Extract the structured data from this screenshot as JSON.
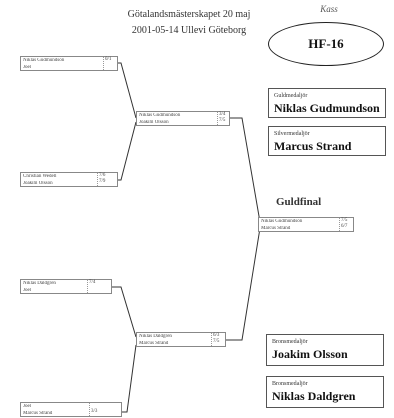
{
  "header": {
    "title_line1": "Götalandsmästerskapet 20 maj",
    "title_line2": "2001-05-14 Ullevi Göteborg",
    "logo_scrawl": "Kass",
    "logo_badge": "HF-16"
  },
  "bracket": {
    "r1_1": {
      "line1": "Niklas Gudmundson",
      "line2": "Joel",
      "score1": "0/1",
      "score2": ""
    },
    "r1_2": {
      "line1": "Christian Wedell",
      "line2": "Joakim Olsson",
      "score1": "7/6",
      "score2": "7/9"
    },
    "r1_3": {
      "line1": "Niklas Daldgren",
      "line2": "Joel",
      "score1": "7/4",
      "score2": ""
    },
    "r1_4": {
      "line1": "Joel",
      "line2": "Marcus Strand",
      "score1": "",
      "score2": "3/3"
    },
    "semi_1": {
      "line1": "Niklas Gudmundson",
      "line2": "Joakim Olsson",
      "score1": "3/4",
      "score2": "7/5"
    },
    "semi_2": {
      "line1": "Niklas Daldgren",
      "line2": "Marcus Strand",
      "score1": "6/3",
      "score2": "7/5"
    },
    "final": {
      "line1": "Niklas Gudmundson",
      "line2": "Marcus Strand",
      "score1": "7/5",
      "score2": "6/7"
    }
  },
  "final_label": "Guldfinal",
  "medals": {
    "gold": {
      "caption": "Guldmedaljör",
      "name": "Niklas Gudmundson"
    },
    "silver": {
      "caption": "Silvermedaljör",
      "name": "Marcus Strand"
    },
    "bronze1": {
      "caption": "Bronsmedaljör",
      "name": "Joakim Olsson"
    },
    "bronze2": {
      "caption": "Bronsmedaljör",
      "name": "Niklas Daldgren"
    }
  }
}
